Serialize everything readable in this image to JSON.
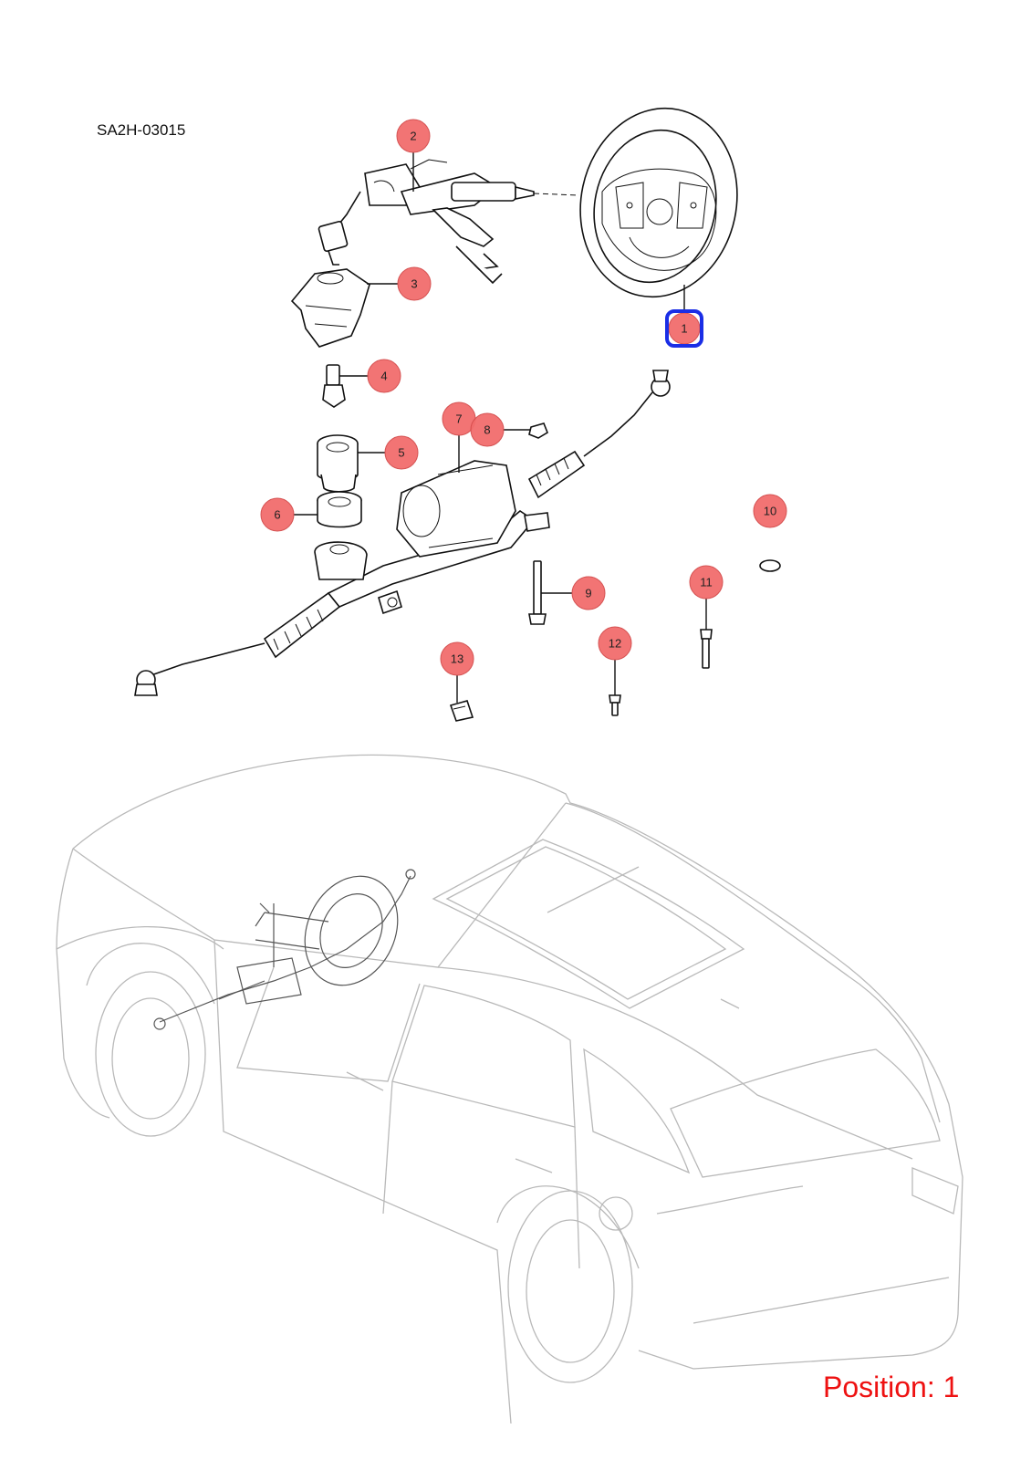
{
  "drawing_code": "SA2H-03015",
  "position_label": "Position: 1",
  "selected_position": "1",
  "colors": {
    "callout_fill": "#f26d6d",
    "selection_outline": "#1a2ee6",
    "position_text": "#ee1111"
  },
  "callouts": [
    {
      "label": "1",
      "selected": true
    },
    {
      "label": "2"
    },
    {
      "label": "3"
    },
    {
      "label": "4"
    },
    {
      "label": "5"
    },
    {
      "label": "6"
    },
    {
      "label": "7"
    },
    {
      "label": "8"
    },
    {
      "label": "9"
    },
    {
      "label": "10"
    },
    {
      "label": "11"
    },
    {
      "label": "12"
    },
    {
      "label": "13"
    }
  ]
}
